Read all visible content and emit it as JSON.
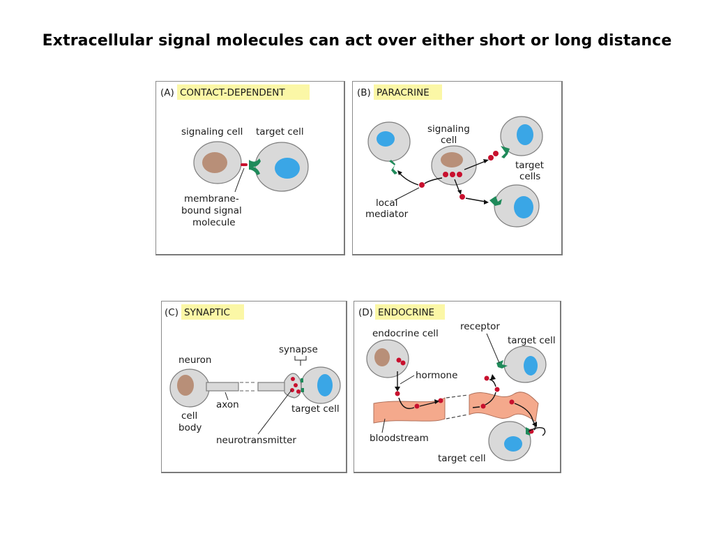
{
  "title": "Extracellular signal molecules can act over either short or long distance",
  "panels": {
    "a": {
      "letter": "(A)",
      "heading": "CONTACT-DEPENDENT",
      "signaling_cell": "signaling cell",
      "target_cell": "target cell",
      "molecule_line1": "membrane-",
      "molecule_line2": "bound signal",
      "molecule_line3": "molecule"
    },
    "b": {
      "letter": "(B)",
      "heading": "PARACRINE",
      "signaling_line1": "signaling",
      "signaling_line2": "cell",
      "target_line1": "target",
      "target_line2": "cells",
      "mediator_line1": "local",
      "mediator_line2": "mediator"
    },
    "c": {
      "letter": "(C)",
      "heading": "SYNAPTIC",
      "neuron": "neuron",
      "synapse": "synapse",
      "axon": "axon",
      "target_cell": "target cell",
      "cell_body_line1": "cell",
      "cell_body_line2": "body",
      "neurotransmitter": "neurotransmitter"
    },
    "d": {
      "letter": "(D)",
      "heading": "ENDOCRINE",
      "endocrine_cell": "endocrine cell",
      "receptor": "receptor",
      "target_cell_top": "target cell",
      "hormone": "hormone",
      "bloodstream": "bloodstream",
      "target_cell_bottom": "target cell"
    }
  },
  "colors": {
    "highlight": "#fbf7a6",
    "cell": "#d9d9d9",
    "nucleus_signaling": "#b88f78",
    "nucleus_target": "#3aa6e6",
    "receptor": "#1f8a5a",
    "signal_molecule": "#c8102e",
    "bloodstream": "#f4a98c"
  }
}
